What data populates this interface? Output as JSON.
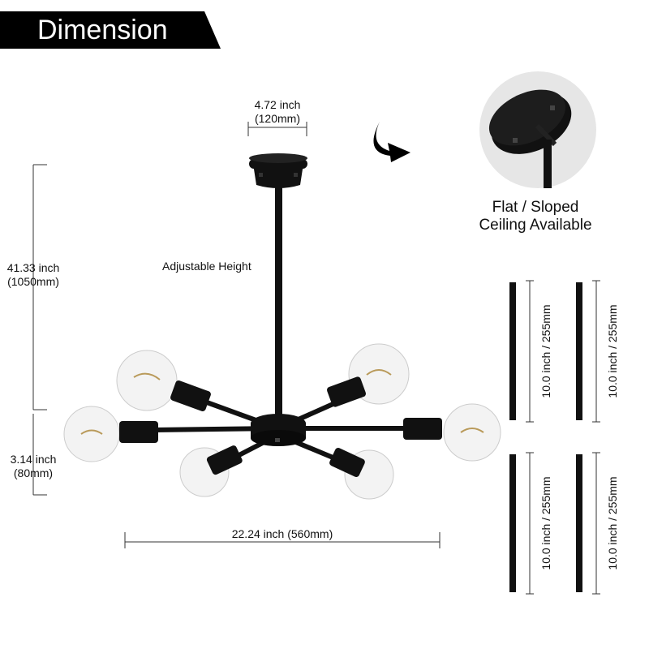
{
  "header": {
    "title": "Dimension"
  },
  "dimensions": {
    "canopy_width_inch": "4.72 inch",
    "canopy_width_mm": "(120mm)",
    "total_height_inch": "41.33 inch",
    "total_height_mm": "(1050mm)",
    "drop_inch": "3.14 inch",
    "drop_mm": "(80mm)",
    "width": "22.24 inch (560mm)",
    "adjustable_label": "Adjustable Height"
  },
  "ceiling": {
    "caption_line1": "Flat / Sloped",
    "caption_line2": "Ceiling Available"
  },
  "rods": [
    {
      "label": "10.0 inch / 255mm"
    },
    {
      "label": "10.0 inch / 255mm"
    },
    {
      "label": "10.0 inch / 255mm"
    },
    {
      "label": "10.0 inch / 255mm"
    }
  ],
  "colors": {
    "fixture": "#111111",
    "badge": "#000000",
    "dimension_line": "#333333",
    "bulb_glass": "#f3f3f3",
    "detail_bg": "#e6e6e6"
  }
}
